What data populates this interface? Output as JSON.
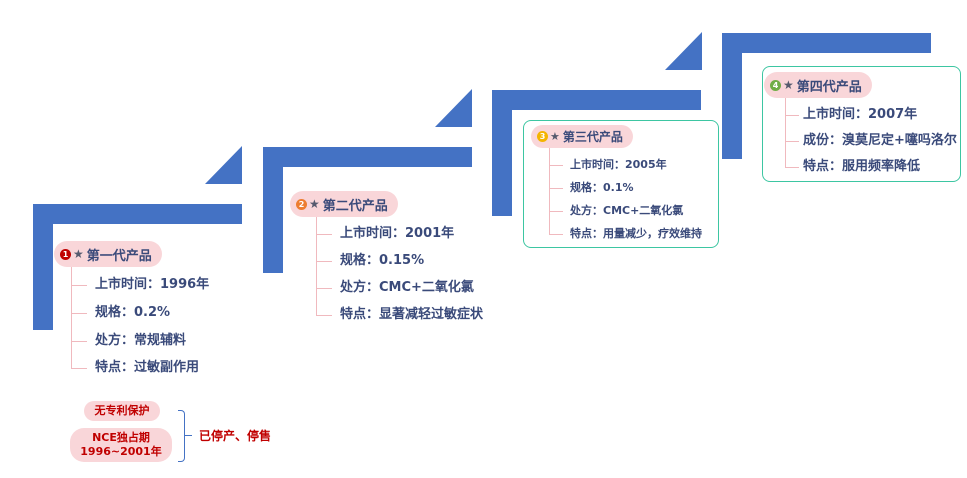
{
  "colors": {
    "step_blue": "#4472c4",
    "pill_bg": "#f9d6d9",
    "text": "#3a4a7a",
    "frame": "#3dc6a2",
    "note_red": "#c00000",
    "badge_1": "#c00000",
    "badge_2": "#ed7d31",
    "badge_3": "#f4b400",
    "badge_4": "#70ad47"
  },
  "generations": [
    {
      "badge": "1",
      "title": "第一代产品",
      "items": [
        "上市时间：1996年",
        "规格：0.2%",
        "处方：常规辅料",
        "特点：过敏副作用"
      ]
    },
    {
      "badge": "2",
      "title": "第二代产品",
      "items": [
        "上市时间：2001年",
        "规格：0.15%",
        "处方：CMC+二氧化氯",
        "特点：显著减轻过敏症状"
      ]
    },
    {
      "badge": "3",
      "title": "第三代产品",
      "items": [
        "上市时间：2005年",
        "规格：0.1%",
        "处方：CMC+二氧化氯",
        "特点：用量减少，疗效维持"
      ]
    },
    {
      "badge": "4",
      "title": "第四代产品",
      "items": [
        "上市时间：2007年",
        "成份：溴莫尼定+噻吗洛尔",
        "特点：服用频率降低"
      ]
    }
  ],
  "notes": {
    "pill_1": "无专利保护",
    "pill_2_line1": "NCE独占期",
    "pill_2_line2": "1996~2001年",
    "status": "已停产、停售"
  }
}
